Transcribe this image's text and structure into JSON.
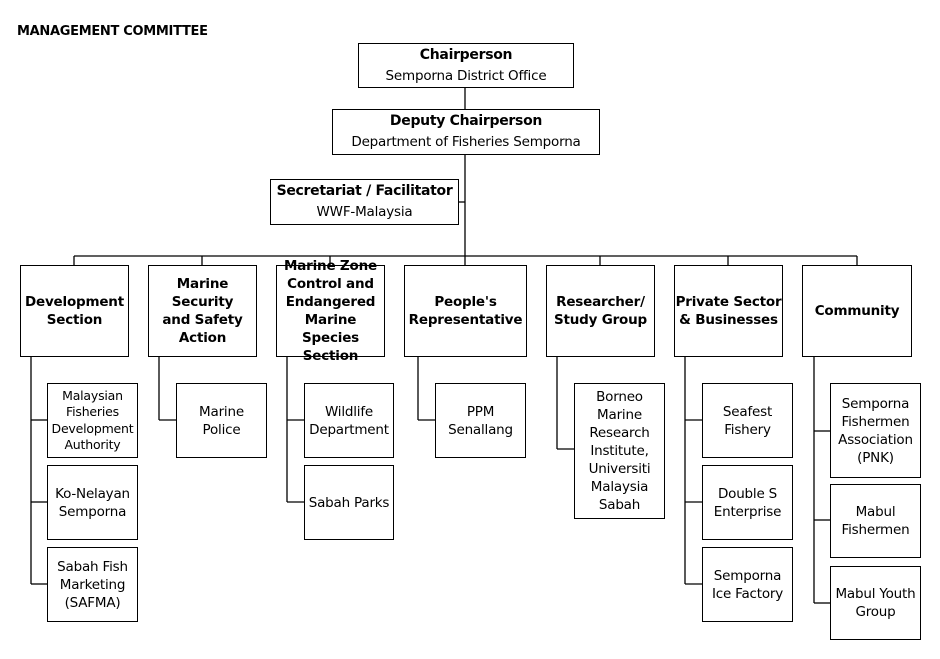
{
  "title": "MANAGEMENT COMMITTEE",
  "chairperson": {
    "role": "Chairperson",
    "org": "Semporna District Office"
  },
  "deputy": {
    "role": "Deputy Chairperson",
    "org": "Department of Fisheries Semporna"
  },
  "secretariat": {
    "role": "Secretariat / Facilitator",
    "org": "WWF-Malaysia"
  },
  "sections": [
    {
      "label": "Development\nSection",
      "members": [
        "Malaysian\nFisheries\nDevelopment\nAuthority",
        "Ko-Nelayan\nSemporna",
        "Sabah Fish\nMarketing\n(SAFMA)"
      ]
    },
    {
      "label": "Marine Security\nand Safety\nAction",
      "members": [
        "Marine\nPolice"
      ]
    },
    {
      "label": "Marine Zone\nControl and\nEndangered\nMarine Species\nSection",
      "members": [
        "Wildlife\nDepartment",
        "Sabah Parks"
      ]
    },
    {
      "label": "People's\nRepresentative",
      "members": [
        "PPM\nSenallang"
      ]
    },
    {
      "label": "Researcher/\nStudy Group",
      "members": [
        "Borneo\nMarine\nResearch\nInstitute,\nUniversiti\nMalaysia\nSabah"
      ]
    },
    {
      "label": "Private Sector\n& Businesses",
      "members": [
        "Seafest\nFishery",
        "Double S\nEnterprise",
        "Semporna\nIce Factory"
      ]
    },
    {
      "label": "Community",
      "members": [
        "Semporna\nFishermen\nAssociation\n(PNK)",
        "Mabul\nFishermen",
        "Mabul Youth\nGroup"
      ]
    }
  ]
}
